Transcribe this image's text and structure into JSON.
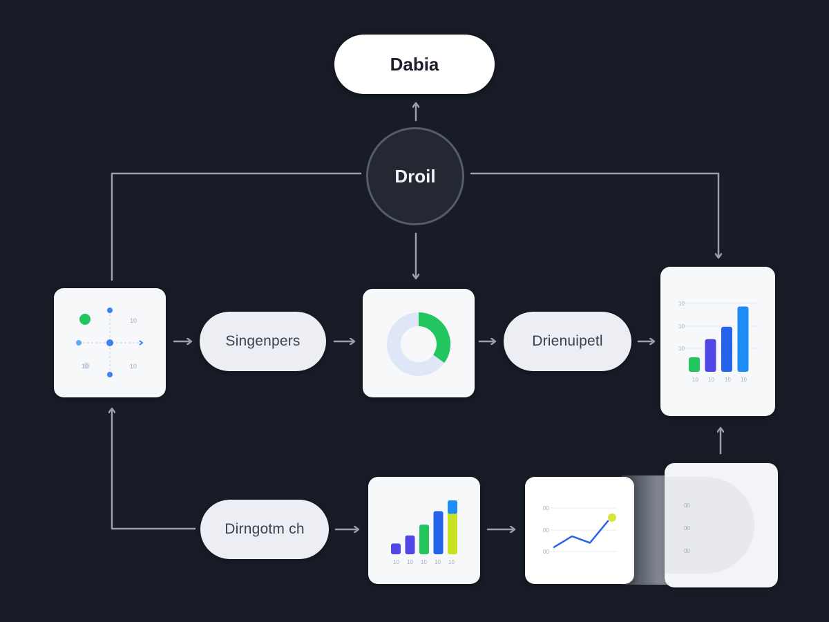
{
  "nodes": {
    "top": "Dabia",
    "hub": "Droil",
    "left_pill": "Singenpers",
    "right_pill": "Drienuipetl",
    "bottom_pill": "Dirngotm ch"
  },
  "scatter_card": {
    "tick_labels": [
      "10",
      "10",
      "10"
    ]
  },
  "bar_card_right": {
    "ytick_labels": [
      "10",
      "10",
      "10"
    ],
    "xtick_labels": [
      "10",
      "10",
      "10",
      "10"
    ],
    "values": [
      20,
      45,
      62,
      90
    ],
    "colors": [
      "#22c55e",
      "#4f46e5",
      "#2563eb",
      "#1d8cf5"
    ]
  },
  "bar_card_bottom": {
    "xtick_labels": [
      "10",
      "10",
      "10",
      "10",
      "10"
    ],
    "values": [
      20,
      35,
      55,
      80,
      100
    ],
    "top_segments": [
      0,
      0,
      0,
      0,
      25
    ],
    "colors": [
      "#4f46e5",
      "#4f46e5",
      "#22c55e",
      "#2563eb",
      "#c8e024"
    ],
    "top_color": "#1d8cf5"
  },
  "donut_card": {
    "fraction": 0.35,
    "accent": "#22c55e",
    "track": "#dfe6f7"
  },
  "line_card": {
    "ytick_labels": [
      "00",
      "00",
      "00"
    ],
    "values": [
      10,
      35,
      20,
      70
    ],
    "line_color": "#2563eb",
    "end_color": "#d9e43a"
  },
  "faded_card": {
    "ytick_labels": [
      "00",
      "00",
      "00"
    ]
  },
  "colors": {
    "background": "#181c27",
    "connector": "#9aa0aa"
  }
}
